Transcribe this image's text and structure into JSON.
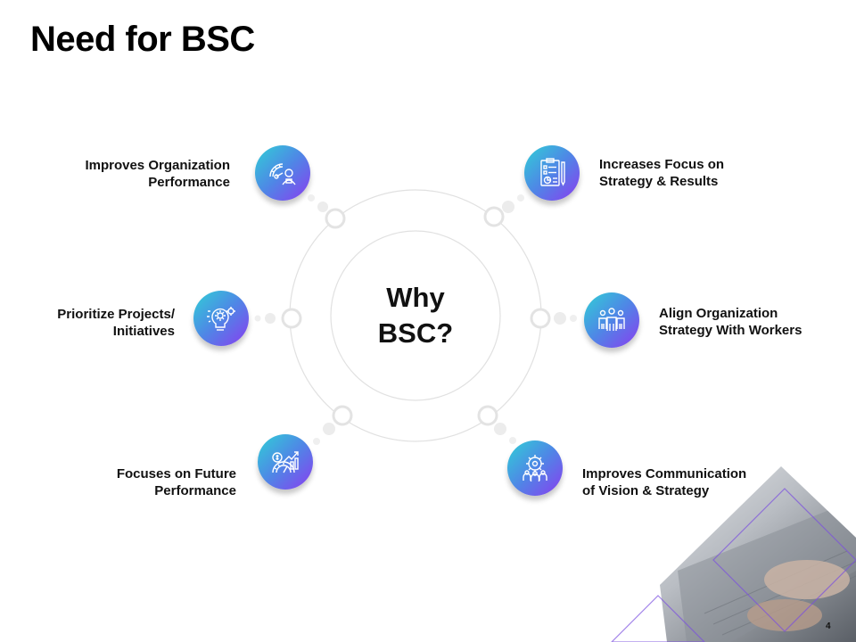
{
  "slide": {
    "title": "Need for BSC",
    "center": {
      "line1": "Why",
      "line2": "BSC?"
    },
    "page_number": "4"
  },
  "items": [
    {
      "name": "organization-performance",
      "icon": "performance-gauge-icon",
      "line1": "Improves Organization",
      "line2": "Performance"
    },
    {
      "name": "focus-strategy",
      "icon": "checklist-clipboard-icon",
      "line1": "Increases Focus on",
      "line2": "Strategy & Results"
    },
    {
      "name": "prioritize-projects",
      "icon": "lightbulb-gear-icon",
      "line1": "Prioritize Projects/",
      "line2": "Initiatives"
    },
    {
      "name": "align-organization",
      "icon": "team-people-icon",
      "line1": "Align Organization",
      "line2": "Strategy With Workers"
    },
    {
      "name": "future-performance",
      "icon": "growth-chart-icon",
      "line1": "Focuses on Future",
      "line2": "Performance"
    },
    {
      "name": "communication",
      "icon": "gear-people-icon",
      "line1": "Improves Communication",
      "line2": "of Vision & Strategy"
    }
  ],
  "colors": {
    "gradient_start": "#2fd0d6",
    "gradient_mid": "#4f86e6",
    "gradient_end": "#8a3cf0",
    "ring": "#dcdcdc",
    "accent_line": "#7b4fe0"
  }
}
